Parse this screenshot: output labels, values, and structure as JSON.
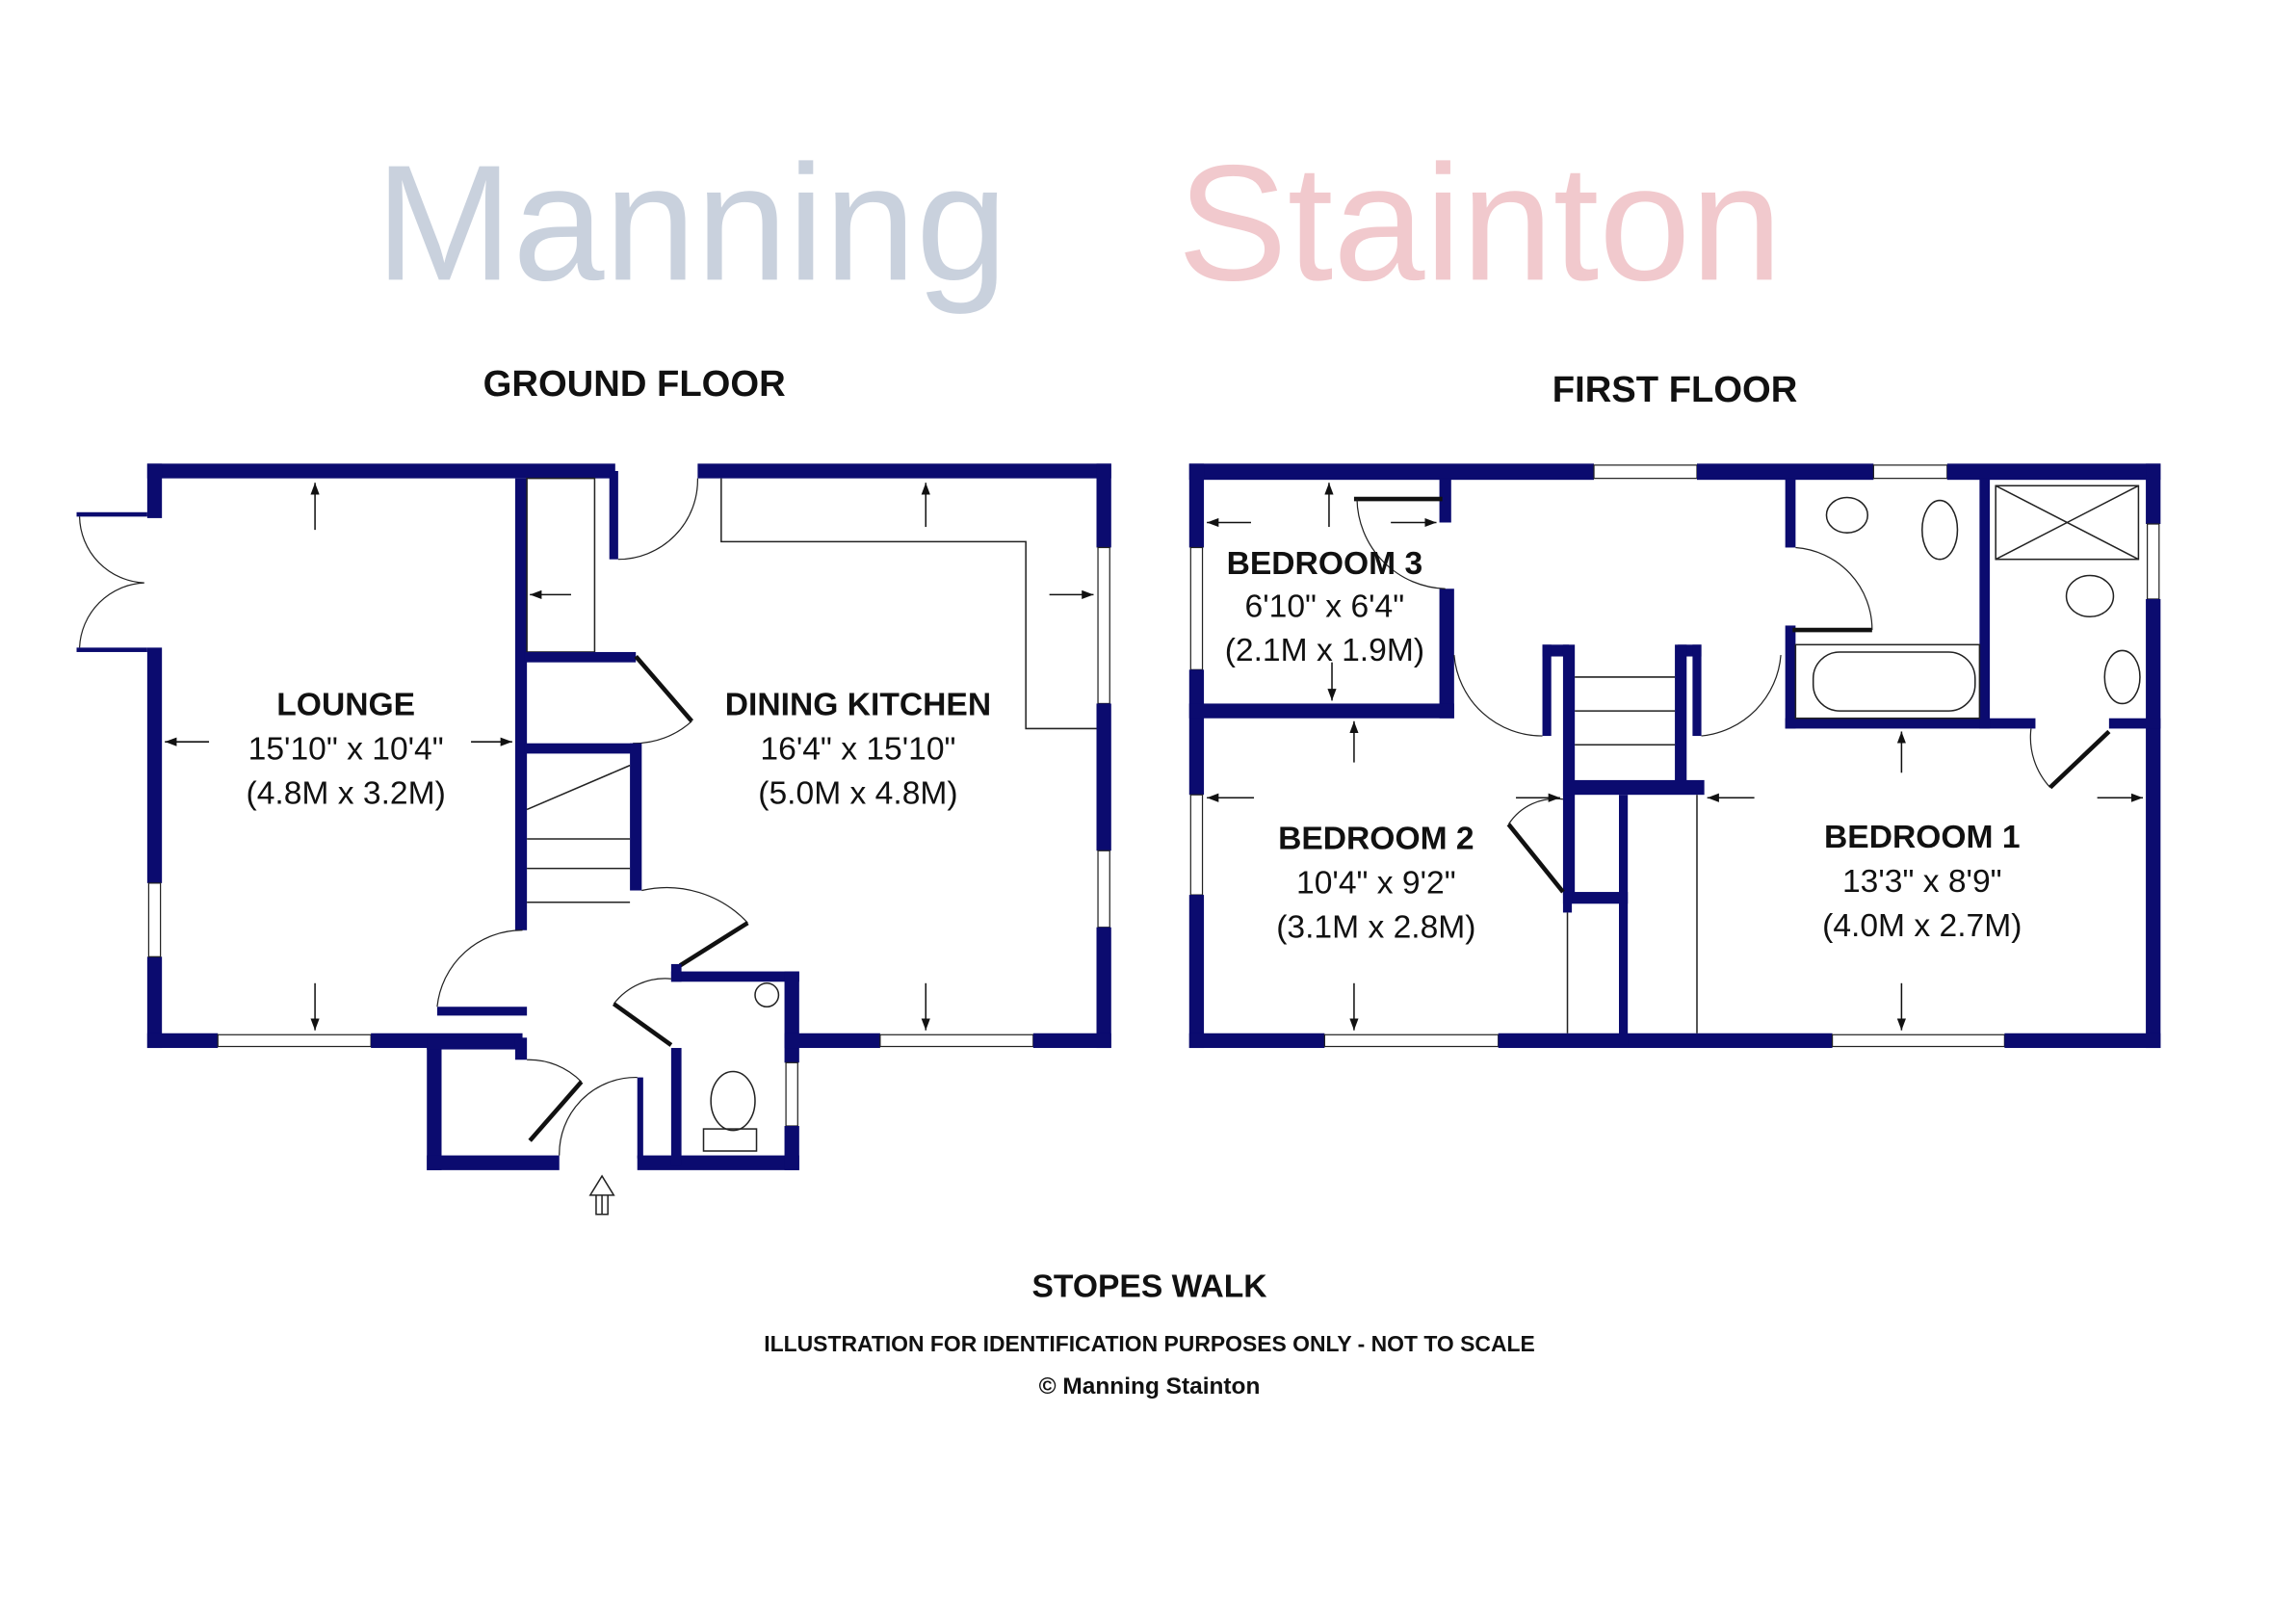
{
  "watermark": {
    "word1": "Manning",
    "word2": "Stainton",
    "color1": "#c9d1dd",
    "color2": "#f1c9cd"
  },
  "wall_color": "#0b0b6f",
  "ground_floor": {
    "title": "GROUND FLOOR",
    "rooms": [
      {
        "name": "LOUNGE",
        "imperial": "15'10\" x 10'4\"",
        "metric": "(4.8M x 3.2M)"
      },
      {
        "name": "DINING KITCHEN",
        "imperial": "16'4\" x 15'10\"",
        "metric": "(5.0M x 4.8M)"
      }
    ]
  },
  "first_floor": {
    "title": "FIRST FLOOR",
    "rooms": [
      {
        "name": "BEDROOM 3",
        "imperial": "6'10\" x 6'4\"",
        "metric": "(2.1M x 1.9M)"
      },
      {
        "name": "BEDROOM 2",
        "imperial": "10'4\" x 9'2\"",
        "metric": "(3.1M x 2.8M)"
      },
      {
        "name": "BEDROOM 1",
        "imperial": "13'3\" x 8'9\"",
        "metric": "(4.0M x 2.7M)"
      }
    ]
  },
  "footer": {
    "property": "STOPES WALK",
    "disclaimer": "ILLUSTRATION FOR IDENTIFICATION PURPOSES ONLY - NOT TO SCALE",
    "copyright": "© Manning Stainton"
  }
}
